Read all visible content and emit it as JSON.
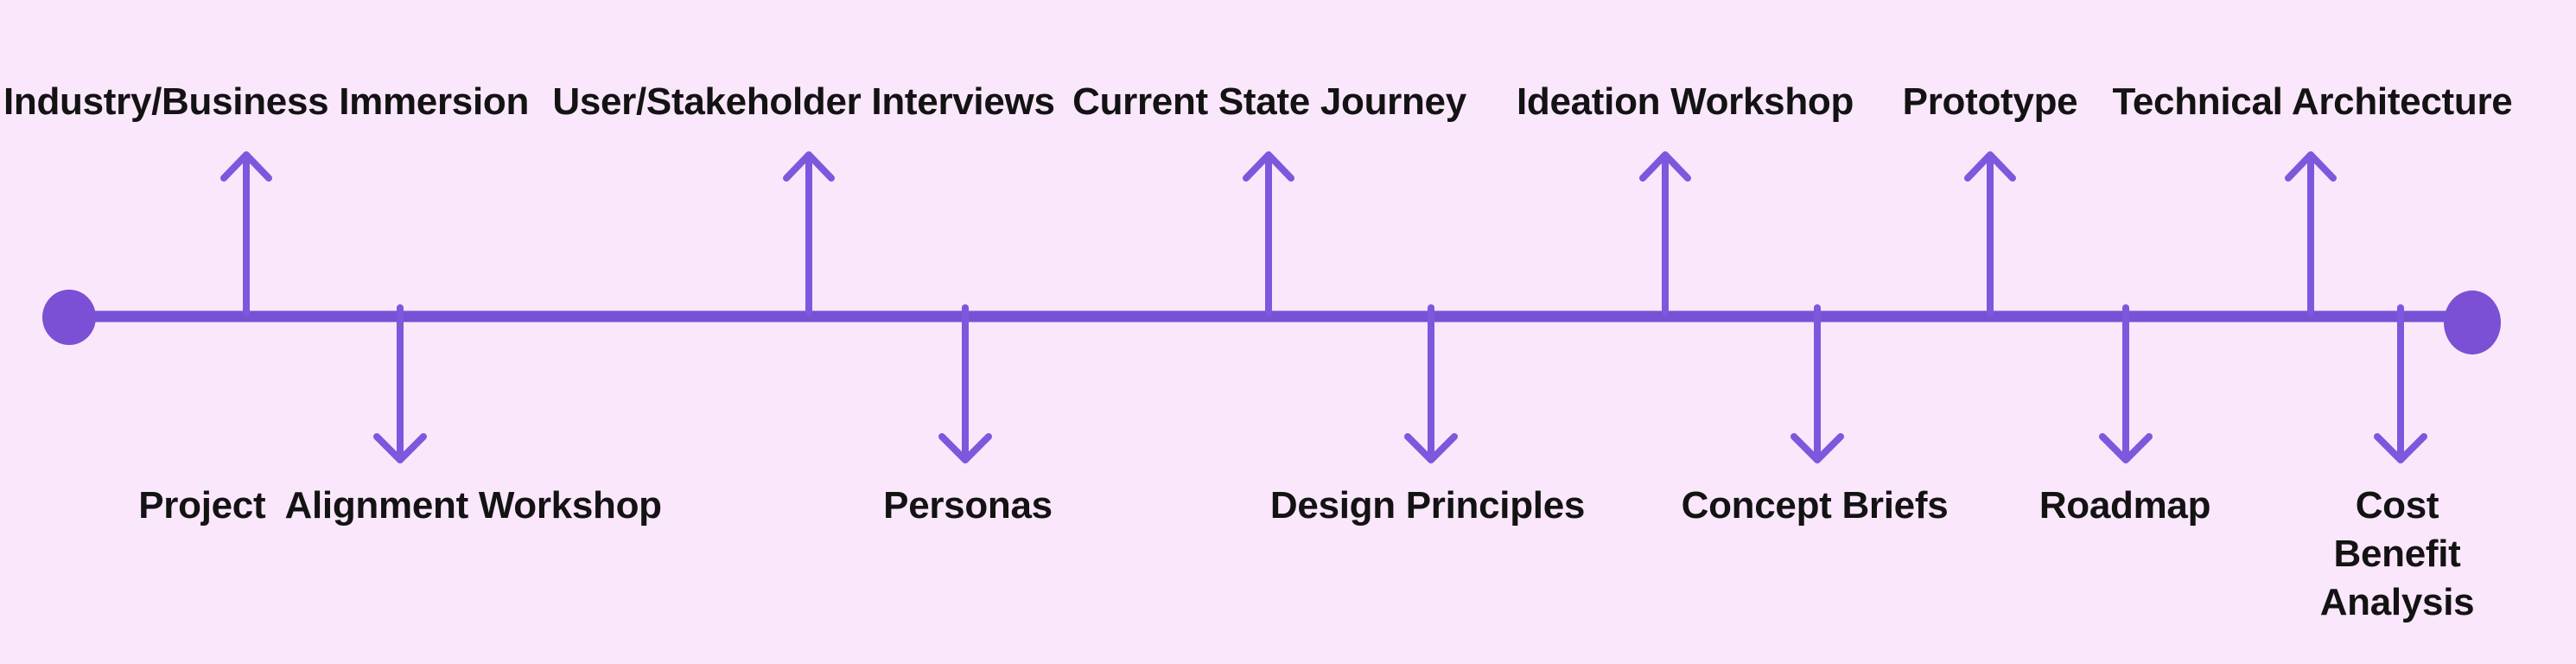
{
  "colors": {
    "background": "#FAE7FB",
    "line": "#7751D6",
    "dot": "#7B50D4",
    "arrow": "#7E57DD",
    "text": "#131313"
  },
  "timeline": {
    "above": [
      {
        "label": "Industry/Business Immersion"
      },
      {
        "label": "User/Stakeholder Interviews"
      },
      {
        "label": "Current State Journey"
      },
      {
        "label": "Ideation Workshop"
      },
      {
        "label": "Prototype"
      },
      {
        "label": "Technical Architecture"
      }
    ],
    "below": [
      {
        "label": "Project  Alignment Workshop"
      },
      {
        "label": "Personas"
      },
      {
        "label": "Design Principles"
      },
      {
        "label": "Concept Briefs"
      },
      {
        "label": "Roadmap"
      },
      {
        "label": "Cost Benefit Analysis"
      }
    ]
  }
}
